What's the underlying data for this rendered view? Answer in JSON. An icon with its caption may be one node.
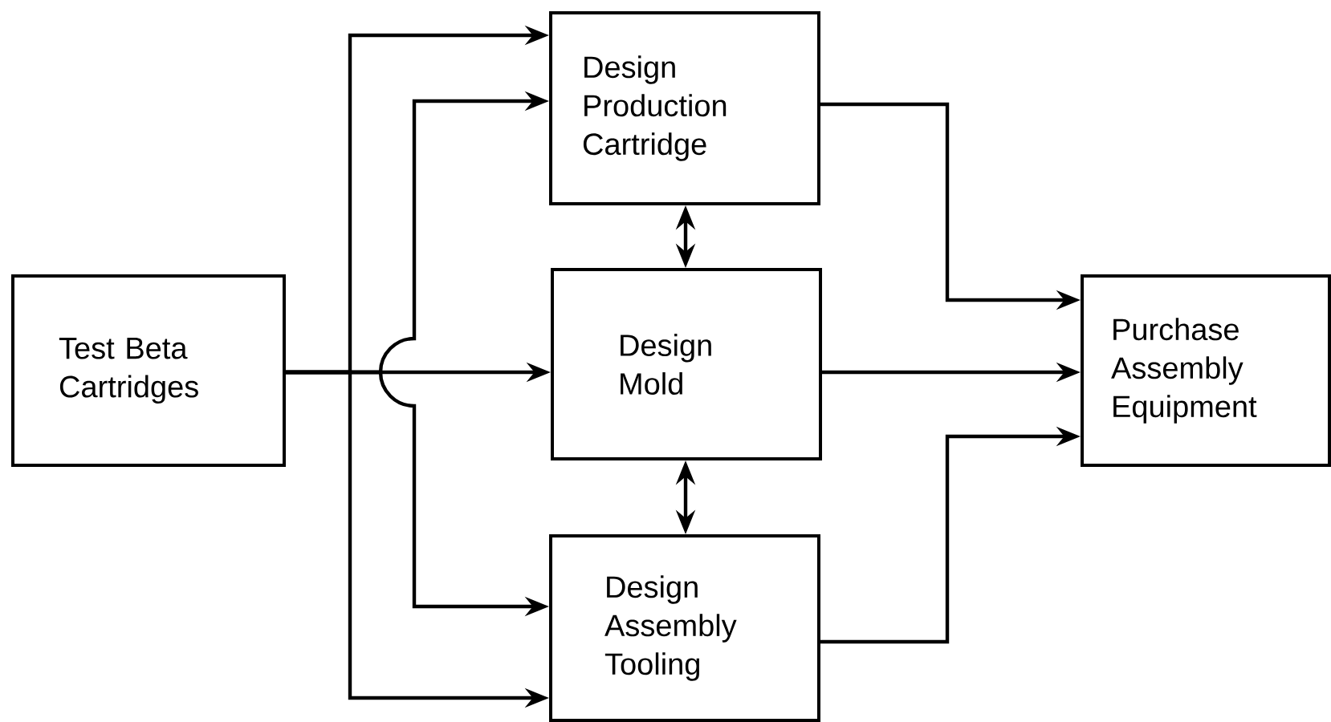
{
  "diagram": {
    "nodes": [
      {
        "text": [
          "Test Beta Cartridges"
        ]
      },
      {
        "text": [
          "Design Production Cartridge"
        ]
      },
      {
        "text": [
          "Design Mold"
        ]
      },
      {
        "text": [
          "Design Assembly Tooling"
        ]
      },
      {
        "text": [
          "Purchase Assembly Equipment"
        ]
      }
    ],
    "edges": [
      {
        "from": 0,
        "to": 1,
        "arrow": "to"
      },
      {
        "from": 0,
        "to": 1,
        "arrow": "to"
      },
      {
        "from": 0,
        "to": 2,
        "arrow": "to"
      },
      {
        "from": 0,
        "to": 3,
        "arrow": "to"
      },
      {
        "from": 0,
        "to": 3,
        "arrow": "to"
      },
      {
        "from": 1,
        "to": 2,
        "arrow": "both"
      },
      {
        "from": 2,
        "to": 3,
        "arrow": "both"
      },
      {
        "from": 1,
        "to": 4,
        "arrow": "to"
      },
      {
        "from": 2,
        "to": 4,
        "arrow": "to"
      },
      {
        "from": 3,
        "to": 4,
        "arrow": "to"
      }
    ]
  }
}
